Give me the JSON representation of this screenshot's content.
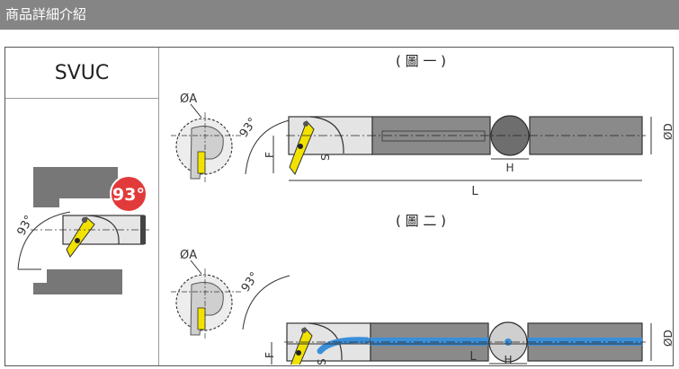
{
  "header": {
    "title": "商品詳細介紹"
  },
  "product": {
    "code": "SVUC",
    "angle_badge": "93°"
  },
  "figure1": {
    "caption": "( 圖 一 )",
    "labels": {
      "diameter_a": "ØA",
      "angle": "93°",
      "f": "F",
      "s": "S",
      "h": "H",
      "l": "L",
      "diameter_d": "ØD"
    }
  },
  "figure2": {
    "caption": "( 圖 二 )",
    "labels": {
      "diameter_a": "ØA",
      "angle": "93°",
      "f": "F",
      "s": "S",
      "h": "H",
      "l": "L",
      "diameter_d": "ØD"
    }
  },
  "thumbnail": {
    "angle": "93°"
  },
  "colors": {
    "header_bg": "#858585",
    "insert_yellow": "#f2e200",
    "badge_red": "#e23a3a",
    "coolant_blue": "#3b8fd9",
    "bar_gray": "#8a8a8a"
  }
}
